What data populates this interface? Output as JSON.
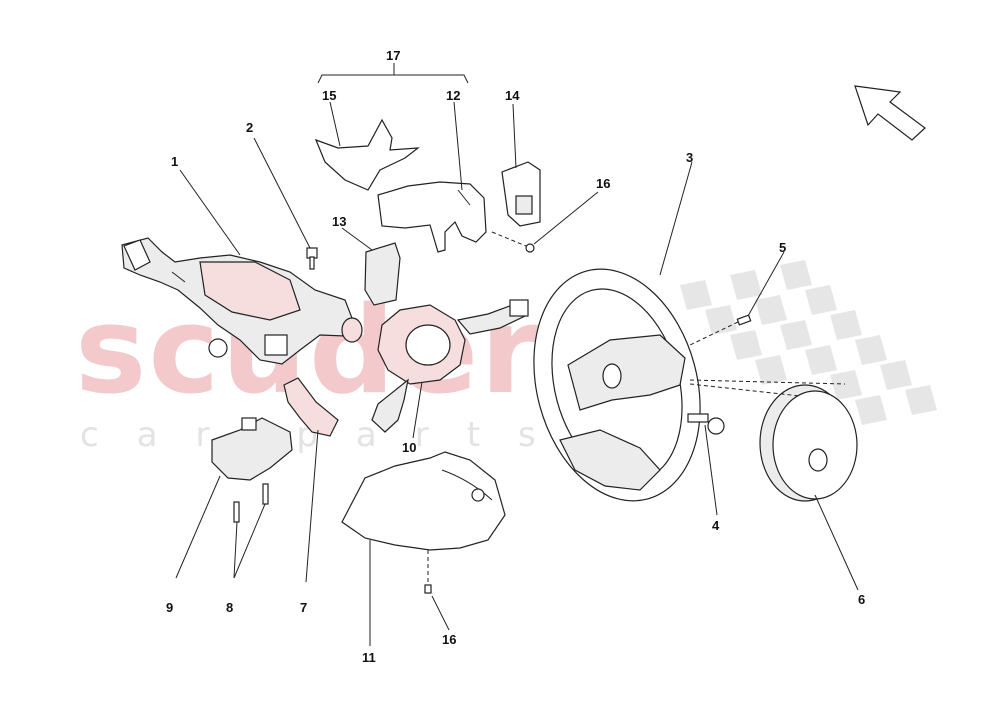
{
  "watermark": {
    "main": "scuderia",
    "sub": "car parts"
  },
  "callouts": {
    "c1": "1",
    "c2": "2",
    "c3": "3",
    "c4": "4",
    "c5": "5",
    "c6": "6",
    "c7": "7",
    "c8": "8",
    "c9": "9",
    "c10": "10",
    "c11": "11",
    "c12": "12",
    "c13": "13",
    "c14": "14",
    "c15": "15",
    "c16a": "16",
    "c16b": "16",
    "c17": "17"
  },
  "icons": {
    "direction": "arrow-up-left-icon"
  }
}
